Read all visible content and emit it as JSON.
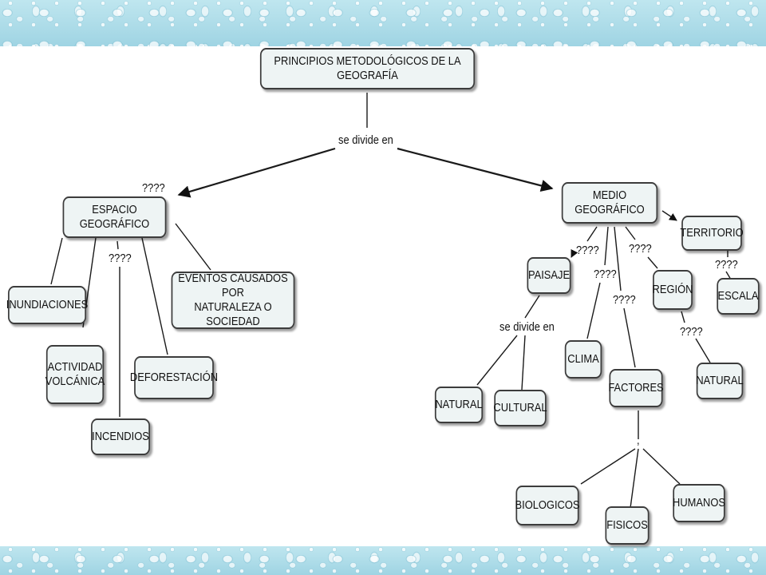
{
  "concepts": {
    "root": "PRINCIPIOS METODOLÓGICOS DE LA GEOGRAFÍA",
    "espacio": "ESPACIO GEOGRÁFICO",
    "medio": "MEDIO GEOGRÁFICO",
    "inundiaciones": "INUNDIACIONES",
    "actividad": "ACTIVIDAD\nVOLCÁNICA",
    "incendios": "INCENDIOS",
    "deforestacion": "DEFORESTACIÓN",
    "eventos": "EVENTOS CAUSADOS POR\nNATURALEZA O SOCIEDAD",
    "paisaje": "PAISAJE",
    "natural_paisaje": "NATURAL",
    "cultural": "CULTURAL",
    "clima": "CLIMA",
    "factores": "FACTORES",
    "biologicos": "BIOLOGICOS",
    "fisicos": "FISICOS",
    "humanos": "HUMANOS",
    "region": "REGIÓN",
    "natural_region": "NATURAL",
    "territorio": "TERRITORIO",
    "escala": "ESCALA"
  },
  "linking_phrases": {
    "se_divide_en": "se divide en",
    "espacio_link": "????",
    "espacio_child_link": "????",
    "paisaje_link": "????",
    "clima_link": "????",
    "factores_link": "????",
    "region_link": "????",
    "territorio_link": "????",
    "paisaje_divide": "se divide en",
    "region_child_link": "????",
    "factores_child_link": ","
  }
}
